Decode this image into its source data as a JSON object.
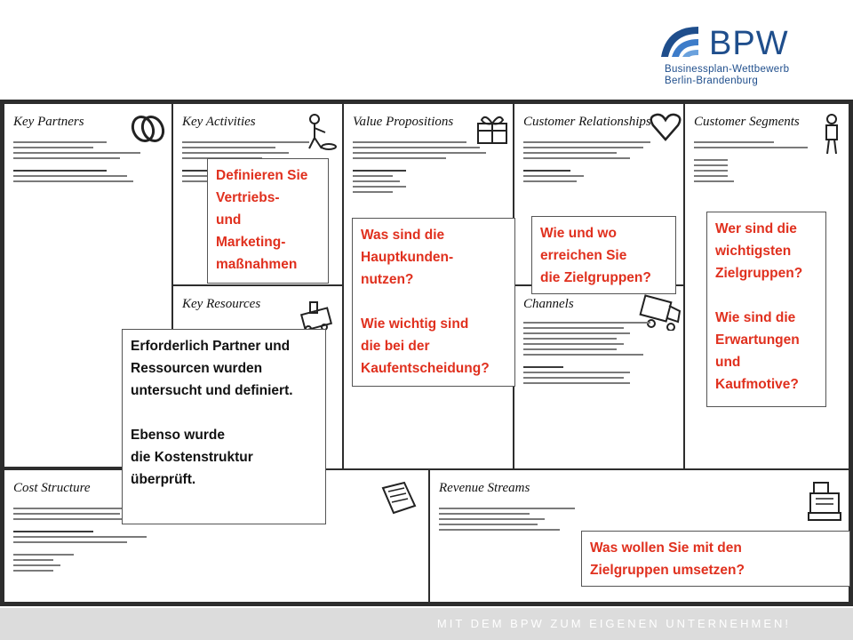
{
  "logo": {
    "name": "BPW",
    "subtitle_line1": "Businessplan-Wettbewerb",
    "subtitle_line2": "Berlin-Brandenburg",
    "color": "#1f4e8c"
  },
  "canvas": {
    "blocks": {
      "key_partners": "Key Partners",
      "key_activities": "Key Activities",
      "value_propositions": "Value Propositions",
      "customer_relationships": "Customer Relationships",
      "customer_segments": "Customer Segments",
      "key_resources": "Key Resources",
      "channels": "Channels",
      "cost_structure": "Cost Structure",
      "revenue_streams": "Revenue Streams"
    }
  },
  "notes": {
    "activities": "Definieren Sie\nVertriebs-\nund\nMarketing-\nmaßnahmen",
    "value": "Was sind die\nHauptkunden-\nnutzen?\n\nWie wichtig sind\ndie bei der\nKaufentscheidung?",
    "channels": "Wie und wo\nerreichen Sie\ndie Zielgruppen?",
    "segments": "Wer sind die\nwichtigsten\nZielgruppen?\n\nWie sind die\nErwartungen\nund\nKaufmotive?",
    "resources": "Erforderlich Partner und\nRessourcen wurden\nuntersucht und definiert.\n\nEbenso wurde\ndie Kostenstruktur\nüberprüft.",
    "revenue": "Was wollen Sie mit den\nZielgruppen umsetzen?"
  },
  "footer": {
    "slogan": "MIT DEM BPW ZUM EIGENEN UNTERNEHMEN!"
  },
  "colors": {
    "note_red": "#e0301e",
    "footer_bg": "#dcdcdc",
    "grid": "#2d2d2d"
  }
}
